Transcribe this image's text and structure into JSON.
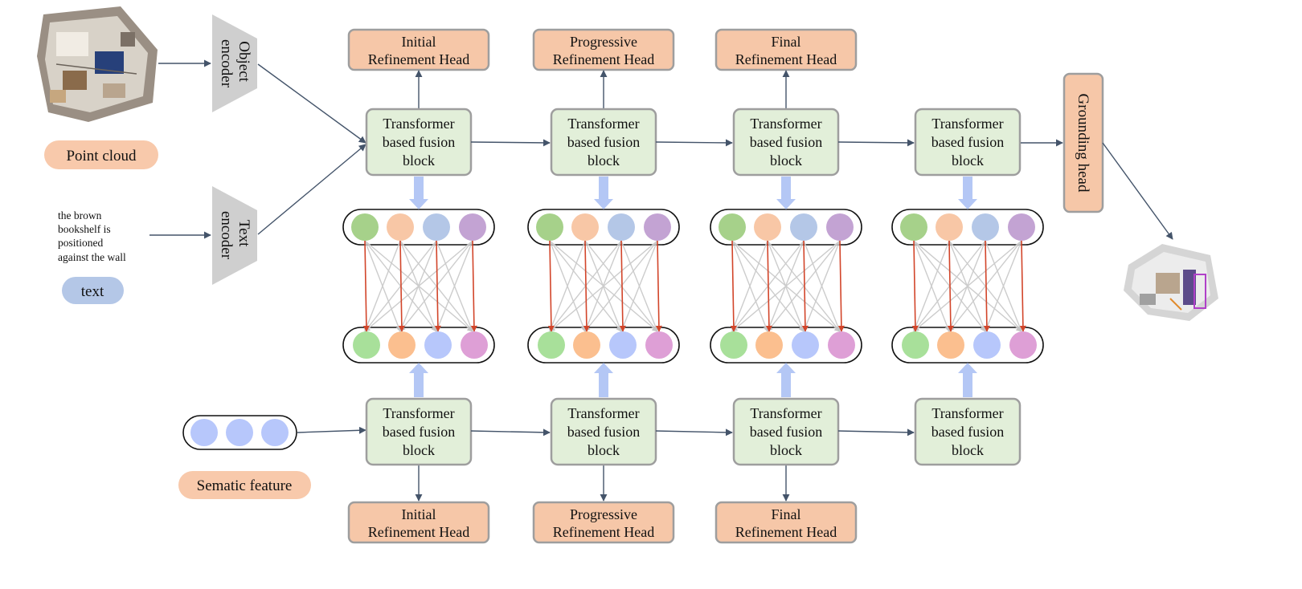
{
  "blocks": {
    "fusion_label": [
      "Transformer",
      "based fusion",
      "block"
    ]
  },
  "heads": {
    "top": [
      [
        "Initial",
        "Refinement Head"
      ],
      [
        "Progressive",
        "Refinement Head"
      ],
      [
        "Final",
        "Refinement Head"
      ]
    ],
    "bottom": [
      [
        "Initial",
        "Refinement Head"
      ],
      [
        "Progressive",
        "Refinement Head"
      ],
      [
        "Final",
        "Refinement Head"
      ]
    ],
    "grounding": "Grounding head"
  },
  "encoders": {
    "object": [
      "Object",
      "encoder"
    ],
    "text": [
      "Text",
      "encoder"
    ]
  },
  "inputs": {
    "point_cloud_label": "Point cloud",
    "text_label": "text",
    "sentence": [
      "the brown",
      "bookshelf is",
      "positioned",
      "against the wall"
    ],
    "semantic_label": "Sematic feature"
  },
  "colors": {
    "green_node": "#a6d18a",
    "orange_node": "#f8c7a6",
    "blue_node": "#b4c7e7",
    "purple_node": "#c3a3d3",
    "green_node_b": "#a8e09a",
    "orange_node_b": "#fbbf8f",
    "blue_node_b": "#b7c7fb",
    "pink_node_b": "#de9fd6",
    "semantic_node": "#b7c7fb"
  }
}
